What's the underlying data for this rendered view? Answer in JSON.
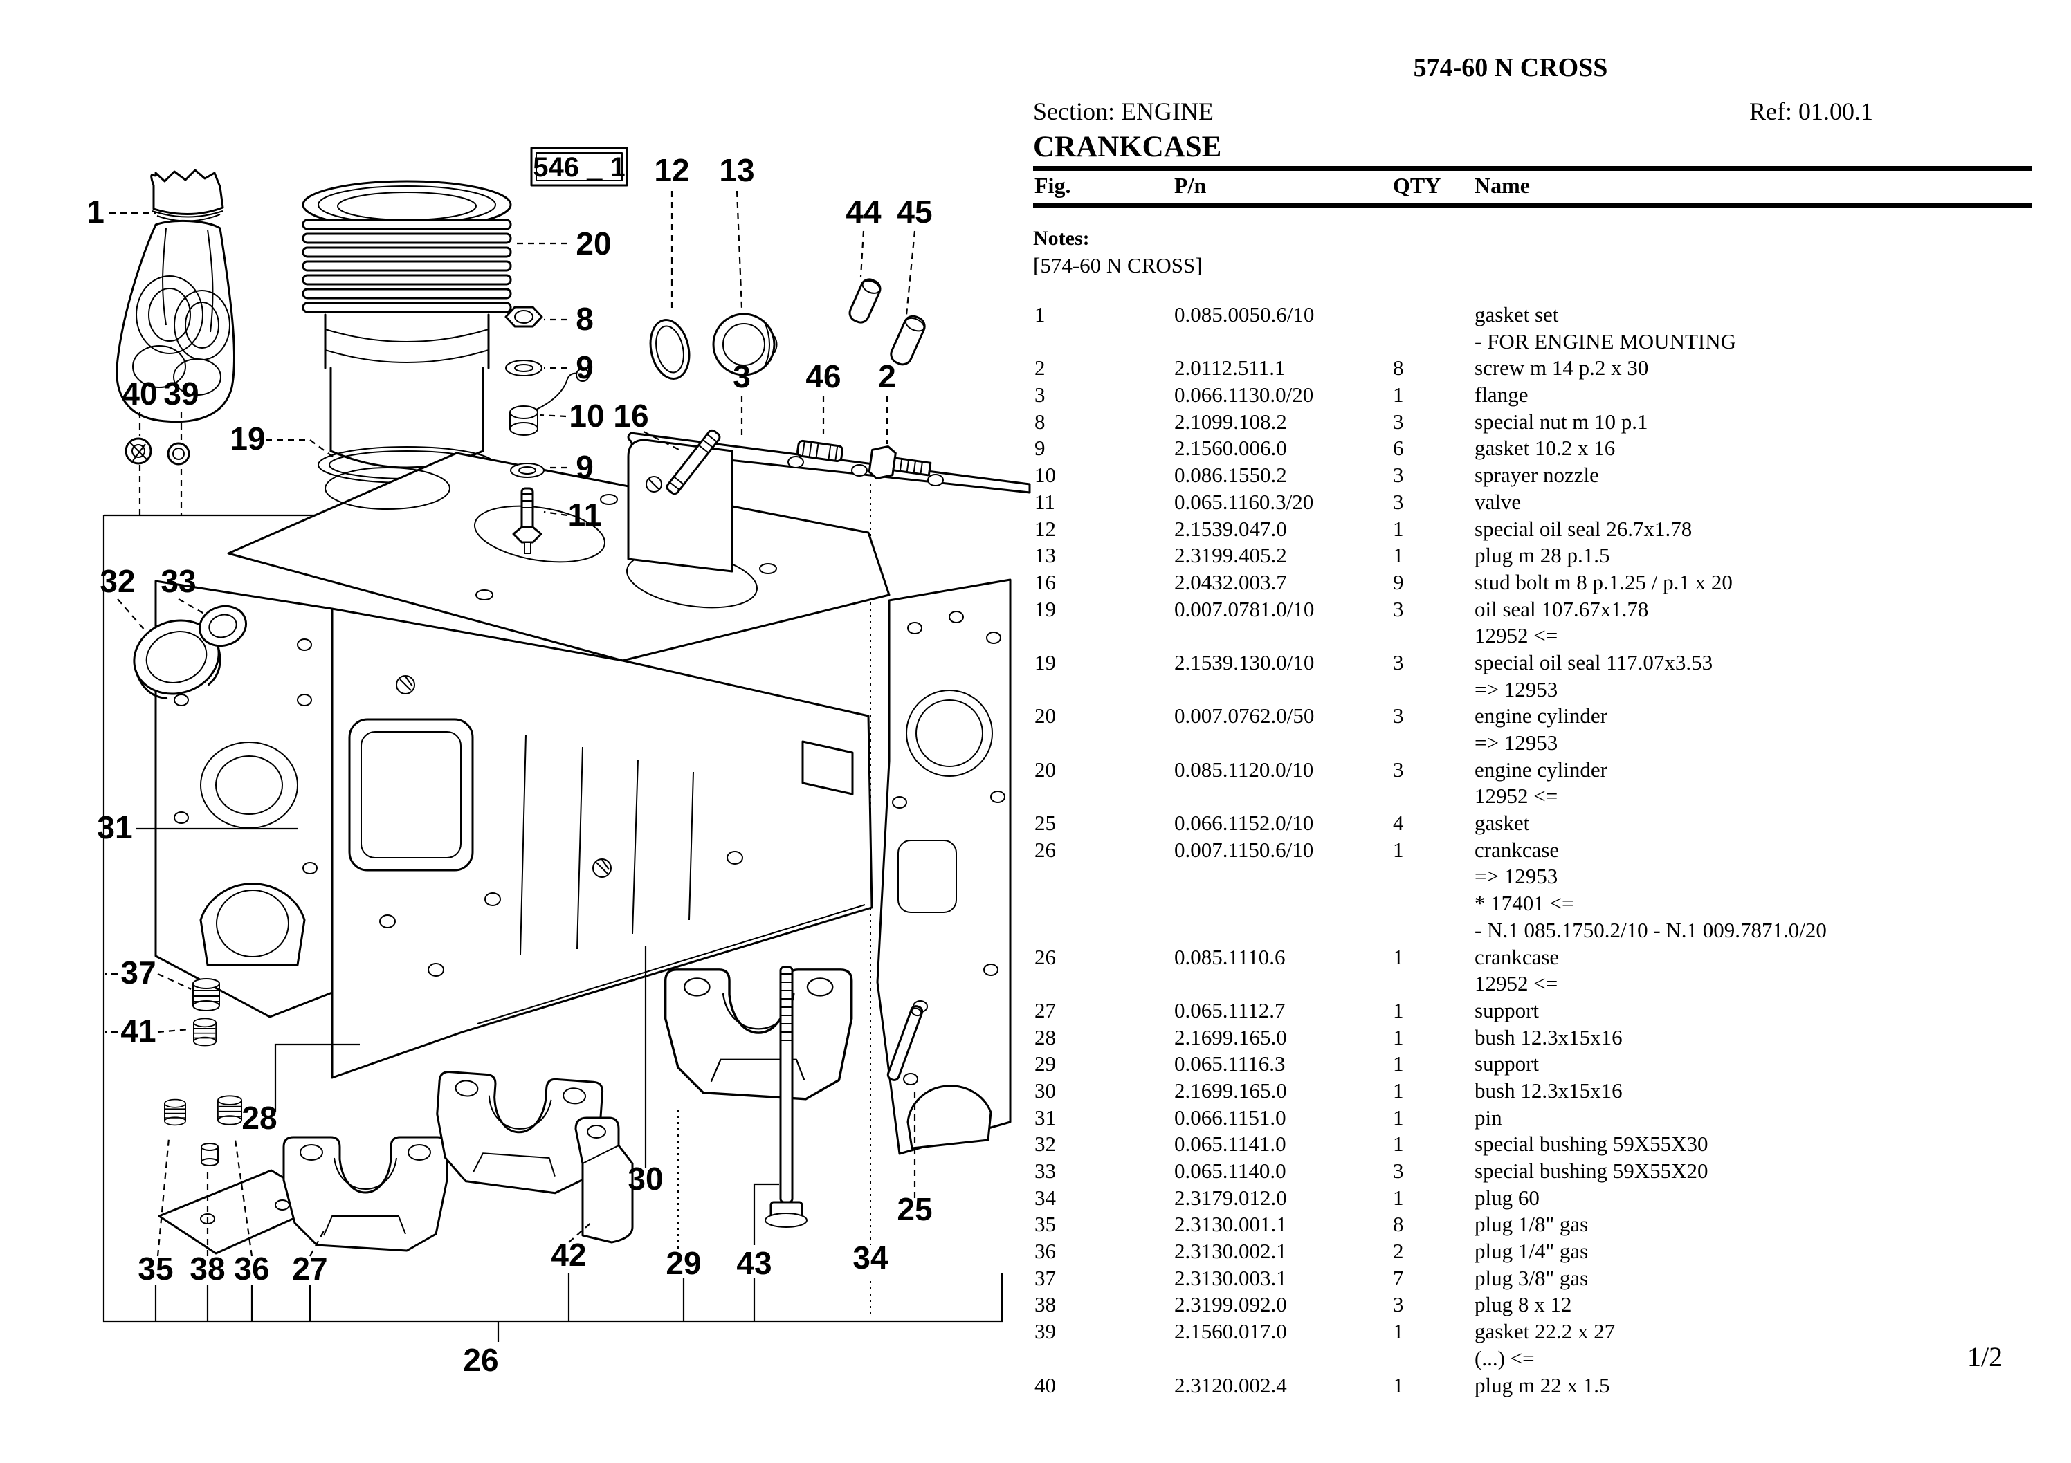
{
  "header": {
    "model": "574-60 N CROSS",
    "section": "Section: ENGINE",
    "ref": "Ref: 01.00.1",
    "subtitle": "CRANKCASE"
  },
  "table": {
    "columns": [
      "Fig.",
      "P/n",
      "QTY",
      "Name"
    ]
  },
  "notes": {
    "label": "Notes:",
    "text": "[574-60 N CROSS]"
  },
  "page_indicator": "1/2",
  "colors": {
    "ink": "#000000",
    "paper": "#ffffff"
  },
  "diagram": {
    "frame_label": "546 _ 1",
    "callouts": [
      {
        "n": "1"
      },
      {
        "n": "12"
      },
      {
        "n": "13"
      },
      {
        "n": "44"
      },
      {
        "n": "45"
      },
      {
        "n": "20"
      },
      {
        "n": "8"
      },
      {
        "n": "9"
      },
      {
        "n": "10"
      },
      {
        "n": "16"
      },
      {
        "n": "9"
      },
      {
        "n": "11"
      },
      {
        "n": "3"
      },
      {
        "n": "46"
      },
      {
        "n": "2"
      },
      {
        "n": "40"
      },
      {
        "n": "39"
      },
      {
        "n": "32"
      },
      {
        "n": "33"
      },
      {
        "n": "19"
      },
      {
        "n": "31"
      },
      {
        "n": "37"
      },
      {
        "n": "41"
      },
      {
        "n": "28"
      },
      {
        "n": "35"
      },
      {
        "n": "38"
      },
      {
        "n": "36"
      },
      {
        "n": "27"
      },
      {
        "n": "26"
      },
      {
        "n": "42"
      },
      {
        "n": "30"
      },
      {
        "n": "29"
      },
      {
        "n": "43"
      },
      {
        "n": "34"
      },
      {
        "n": "25"
      }
    ]
  },
  "parts": {
    "rows": [
      {
        "fig": "1",
        "pn": "0.085.0050.6/10",
        "qty": "",
        "name": "gasket set"
      },
      {
        "fig": "",
        "pn": "",
        "qty": "",
        "name": "- FOR ENGINE MOUNTING"
      },
      {
        "fig": "2",
        "pn": "2.0112.511.1",
        "qty": "8",
        "name": "screw m 14 p.2 x 30"
      },
      {
        "fig": "3",
        "pn": "0.066.1130.0/20",
        "qty": "1",
        "name": "flange"
      },
      {
        "fig": "8",
        "pn": "2.1099.108.2",
        "qty": "3",
        "name": "special nut m 10 p.1"
      },
      {
        "fig": "9",
        "pn": "2.1560.006.0",
        "qty": "6",
        "name": "gasket 10.2 x 16"
      },
      {
        "fig": "10",
        "pn": "0.086.1550.2",
        "qty": "3",
        "name": "sprayer nozzle"
      },
      {
        "fig": "11",
        "pn": "0.065.1160.3/20",
        "qty": "3",
        "name": "valve"
      },
      {
        "fig": "12",
        "pn": "2.1539.047.0",
        "qty": "1",
        "name": "special oil seal 26.7x1.78"
      },
      {
        "fig": "13",
        "pn": "2.3199.405.2",
        "qty": "1",
        "name": "plug m 28 p.1.5"
      },
      {
        "fig": "16",
        "pn": "2.0432.003.7",
        "qty": "9",
        "name": "stud bolt m 8 p.1.25 / p.1 x 20"
      },
      {
        "fig": "19",
        "pn": "0.007.0781.0/10",
        "qty": "3",
        "name": "oil seal 107.67x1.78"
      },
      {
        "fig": "",
        "pn": "",
        "qty": "",
        "name": "12952 <="
      },
      {
        "fig": "19",
        "pn": "2.1539.130.0/10",
        "qty": "3",
        "name": "special oil seal 117.07x3.53"
      },
      {
        "fig": "",
        "pn": "",
        "qty": "",
        "name": "=> 12953"
      },
      {
        "fig": "20",
        "pn": "0.007.0762.0/50",
        "qty": "3",
        "name": "engine cylinder"
      },
      {
        "fig": "",
        "pn": "",
        "qty": "",
        "name": "=> 12953"
      },
      {
        "fig": "20",
        "pn": "0.085.1120.0/10",
        "qty": "3",
        "name": "engine cylinder"
      },
      {
        "fig": "",
        "pn": "",
        "qty": "",
        "name": "12952 <="
      },
      {
        "fig": "25",
        "pn": "0.066.1152.0/10",
        "qty": "4",
        "name": "gasket"
      },
      {
        "fig": "26",
        "pn": "0.007.1150.6/10",
        "qty": "1",
        "name": "crankcase"
      },
      {
        "fig": "",
        "pn": "",
        "qty": "",
        "name": "=> 12953"
      },
      {
        "fig": "",
        "pn": "",
        "qty": "",
        "name": "* 17401 <="
      },
      {
        "fig": "",
        "pn": "",
        "qty": "",
        "name": "- N.1 085.1750.2/10 - N.1 009.7871.0/20"
      },
      {
        "fig": "26",
        "pn": "0.085.1110.6",
        "qty": "1",
        "name": "crankcase"
      },
      {
        "fig": "",
        "pn": "",
        "qty": "",
        "name": "12952 <="
      },
      {
        "fig": "27",
        "pn": "0.065.1112.7",
        "qty": "1",
        "name": "support"
      },
      {
        "fig": "28",
        "pn": "2.1699.165.0",
        "qty": "1",
        "name": "bush 12.3x15x16"
      },
      {
        "fig": "29",
        "pn": "0.065.1116.3",
        "qty": "1",
        "name": "support"
      },
      {
        "fig": "30",
        "pn": "2.1699.165.0",
        "qty": "1",
        "name": "bush 12.3x15x16"
      },
      {
        "fig": "31",
        "pn": "0.066.1151.0",
        "qty": "1",
        "name": "pin"
      },
      {
        "fig": "32",
        "pn": "0.065.1141.0",
        "qty": "1",
        "name": "special bushing 59X55X30"
      },
      {
        "fig": "33",
        "pn": "0.065.1140.0",
        "qty": "3",
        "name": "special bushing 59X55X20"
      },
      {
        "fig": "34",
        "pn": "2.3179.012.0",
        "qty": "1",
        "name": "plug 60"
      },
      {
        "fig": "35",
        "pn": "2.3130.001.1",
        "qty": "8",
        "name": "plug 1/8\" gas"
      },
      {
        "fig": "36",
        "pn": "2.3130.002.1",
        "qty": "2",
        "name": "plug 1/4\" gas"
      },
      {
        "fig": "37",
        "pn": "2.3130.003.1",
        "qty": "7",
        "name": "plug 3/8\" gas"
      },
      {
        "fig": "38",
        "pn": "2.3199.092.0",
        "qty": "3",
        "name": "plug 8 x 12"
      },
      {
        "fig": "39",
        "pn": "2.1560.017.0",
        "qty": "1",
        "name": "gasket 22.2 x 27"
      },
      {
        "fig": "",
        "pn": "",
        "qty": "",
        "name": "(...) <="
      },
      {
        "fig": "40",
        "pn": "2.3120.002.4",
        "qty": "1",
        "name": "plug m 22 x 1.5"
      }
    ]
  }
}
